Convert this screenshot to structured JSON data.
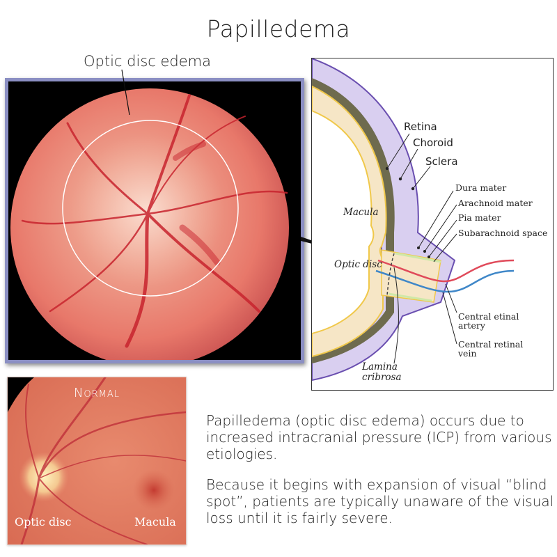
{
  "title": "Papilledema",
  "fundus_papilledema": {
    "callout_label": "Optic disc edema",
    "frame_color": "#8b8fc3",
    "highlight_circle_color": "#ffffff"
  },
  "cross_section": {
    "layer_labels": {
      "retina": "Retina",
      "choroid": "Choroid",
      "sclera": "Sclera"
    },
    "meninges_labels": {
      "dura": "Dura mater",
      "arachnoid": "Arachnoid mater",
      "pia": "Pia mater",
      "subarachnoid": "Subarachnoid space"
    },
    "region_labels": {
      "macula": "Macula",
      "optic_disc": "Optic disc",
      "lamina_line1": "Lamina",
      "lamina_line2": "cribrosa"
    },
    "vessel_labels": {
      "artery_line1": "Central etinal",
      "artery_line2": "artery",
      "vein_line1": "Central retinal",
      "vein_line2": "vein"
    },
    "colors": {
      "sclera": "#d9cff0",
      "sclera_border": "#6a4fb0",
      "choroid": "#6e6b4e",
      "retina": "#f6e6c6",
      "retina_border": "#f0c84a",
      "pia": "#cfe8a8",
      "artery": "#e04a5a",
      "vein": "#3f87c8"
    }
  },
  "normal_fundus": {
    "title": "Normal",
    "optic_disc_label": "Optic disc",
    "macula_label": "Macula"
  },
  "description": {
    "paragraph1": "Papilledema (optic disc edema) occurs due to increased intracranial pressure (ICP) from various etiologies.",
    "paragraph2": "Because it begins with expansion of visual “blind spot”, patients are typically unaware of the visual loss until it is fairly severe."
  }
}
